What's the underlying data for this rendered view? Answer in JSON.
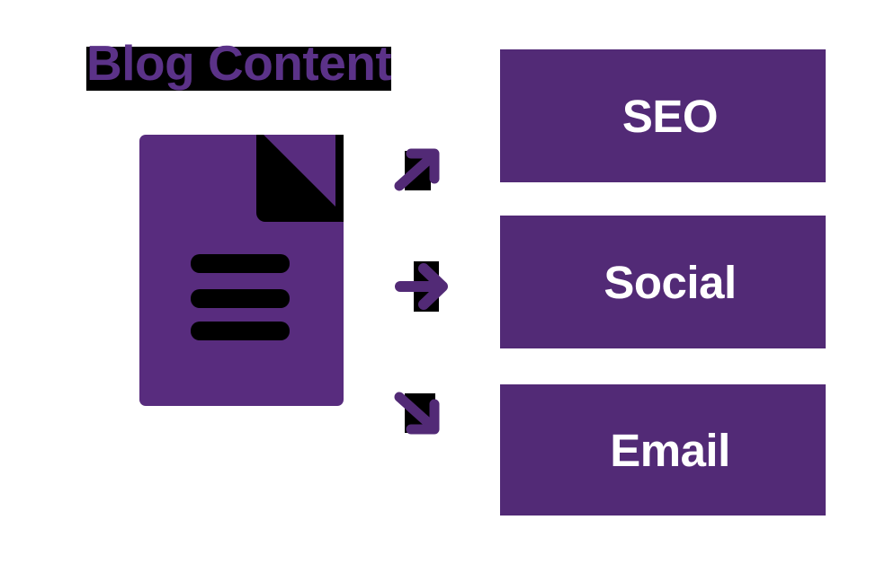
{
  "diagram": {
    "title": "Blog Content",
    "source": {
      "icon_name": "document-icon",
      "label": "Blog Content",
      "body_color": "#582C7E",
      "detail_color": "#000000",
      "line_count": 3
    },
    "connectors": [
      {
        "icon_name": "arrow-up-right-icon",
        "direction": "up-right",
        "color": "#522A76",
        "block_color": "#000000"
      },
      {
        "icon_name": "arrow-right-icon",
        "direction": "right",
        "color": "#522A76",
        "block_color": "#000000"
      },
      {
        "icon_name": "arrow-down-right-icon",
        "direction": "down-right",
        "color": "#522A76",
        "block_color": "#000000"
      }
    ],
    "channels": [
      {
        "label": "SEO",
        "bg": "#522A76",
        "fg": "#FFFFFF"
      },
      {
        "label": "Social",
        "bg": "#522A76",
        "fg": "#FFFFFF"
      },
      {
        "label": "Email",
        "bg": "#522A76",
        "fg": "#FFFFFF"
      }
    ],
    "colors": {
      "title_text": "#5B3288",
      "title_band": "#000000",
      "purple": "#522A76",
      "doc_purple": "#582C7E",
      "background": "#FFFFFF"
    }
  }
}
